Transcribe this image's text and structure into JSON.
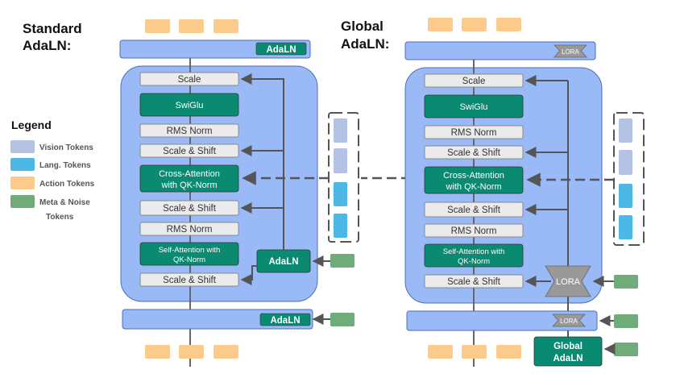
{
  "titles": {
    "standard_line1": "Standard",
    "standard_line2": "AdaLN:",
    "global_line1": "Global",
    "global_line2": "AdaLN:"
  },
  "legend": {
    "title": "Legend",
    "items": [
      {
        "label": "Vision Tokens",
        "color": "#b4c2e3"
      },
      {
        "label": "Lang. Tokens",
        "color": "#4db8e6"
      },
      {
        "label": "Action Tokens",
        "color": "#fccb8c"
      },
      {
        "label": "Meta & Noise",
        "color": "#6fac79"
      },
      {
        "label": "Tokens",
        "color": ""
      }
    ]
  },
  "standard": {
    "top_adaln": "AdaLN",
    "blocks": {
      "scale": "Scale",
      "swiglu": "SwiGlu",
      "rms_norm_1": "RMS Norm",
      "scale_shift_1": "Scale & Shift",
      "cross_attn_1": "Cross-Attention",
      "cross_attn_2": "with QK-Norm",
      "scale_shift_2": "Scale & Shift",
      "rms_norm_2": "RMS Norm",
      "self_attn_1": "Self-Attention with",
      "self_attn_2": "QK-Norm",
      "scale_shift_3": "Scale & Shift"
    },
    "adaln": "AdaLN",
    "bottom_adaln": "AdaLN"
  },
  "global": {
    "top_lora": "LORA",
    "blocks": {
      "scale": "Scale",
      "swiglu": "SwiGlu",
      "rms_norm_1": "RMS Norm",
      "scale_shift_1": "Scale & Shift",
      "cross_attn_1": "Cross-Attention",
      "cross_attn_2": "with QK-Norm",
      "scale_shift_2": "Scale & Shift",
      "rms_norm_2": "RMS Norm",
      "self_attn_1": "Self-Attention with",
      "self_attn_2": "QK-Norm",
      "scale_shift_3": "Scale & Shift"
    },
    "mid_lora": "LORA",
    "bottom_lora": "LORA",
    "global_adaln_1": "Global",
    "global_adaln_2": "AdaLN"
  },
  "colors": {
    "vision": "#b4c2e3",
    "language": "#4db8e6",
    "action": "#fccb8c",
    "meta": "#6fac79",
    "block_bg": "#99b9f7",
    "green_block": "#0b8a72",
    "lora": "#999999"
  }
}
